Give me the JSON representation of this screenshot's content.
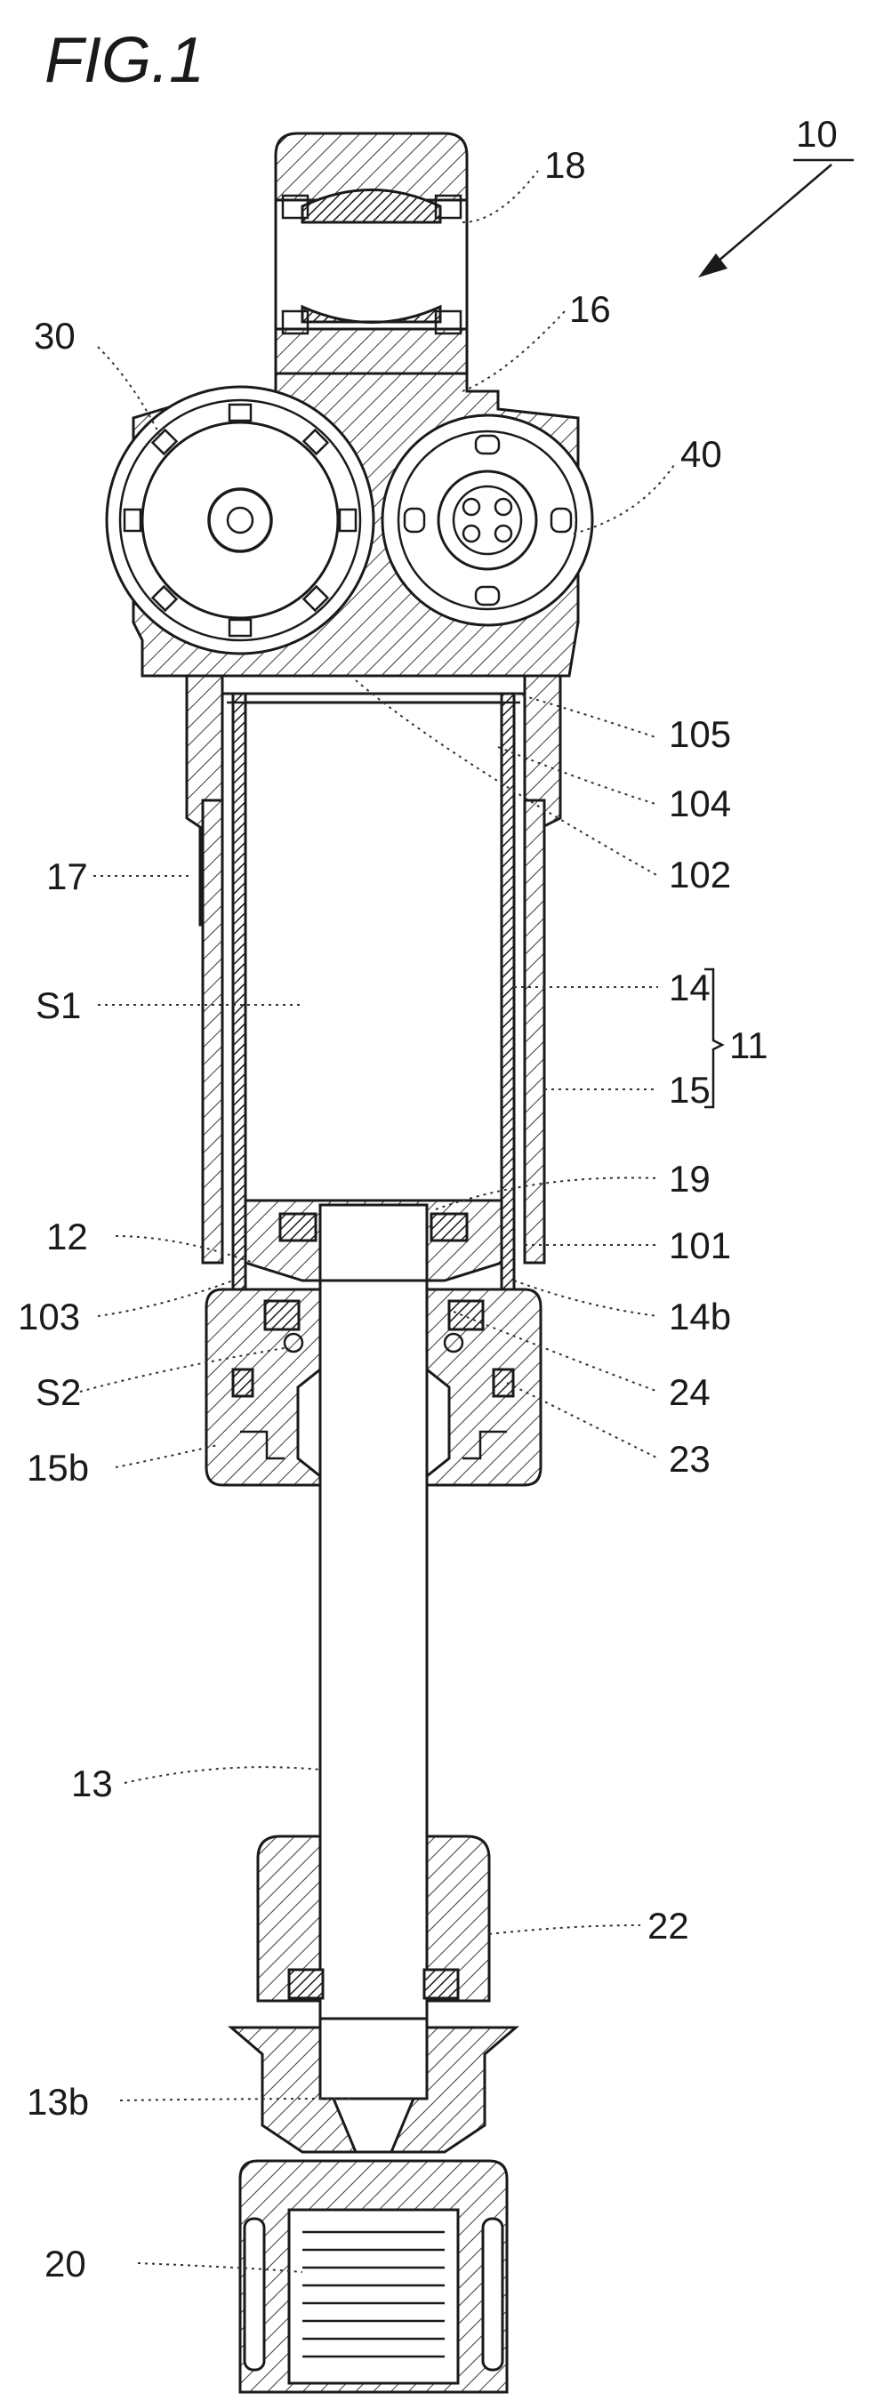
{
  "figure": {
    "title": "FIG.1",
    "reference_numeral": "10"
  },
  "labels": {
    "l18": "18",
    "l16": "16",
    "l30": "30",
    "l40": "40",
    "l105": "105",
    "l104": "104",
    "l102": "102",
    "l17": "17",
    "lS1": "S1",
    "l14": "14",
    "l15": "15",
    "l11": "11",
    "l19": "19",
    "l12": "12",
    "l101": "101",
    "l103": "103",
    "l14b": "14b",
    "lS2": "S2",
    "l24": "24",
    "l15b": "15b",
    "l23": "23",
    "l13": "13",
    "l22": "22",
    "l13b": "13b",
    "l20": "20"
  }
}
